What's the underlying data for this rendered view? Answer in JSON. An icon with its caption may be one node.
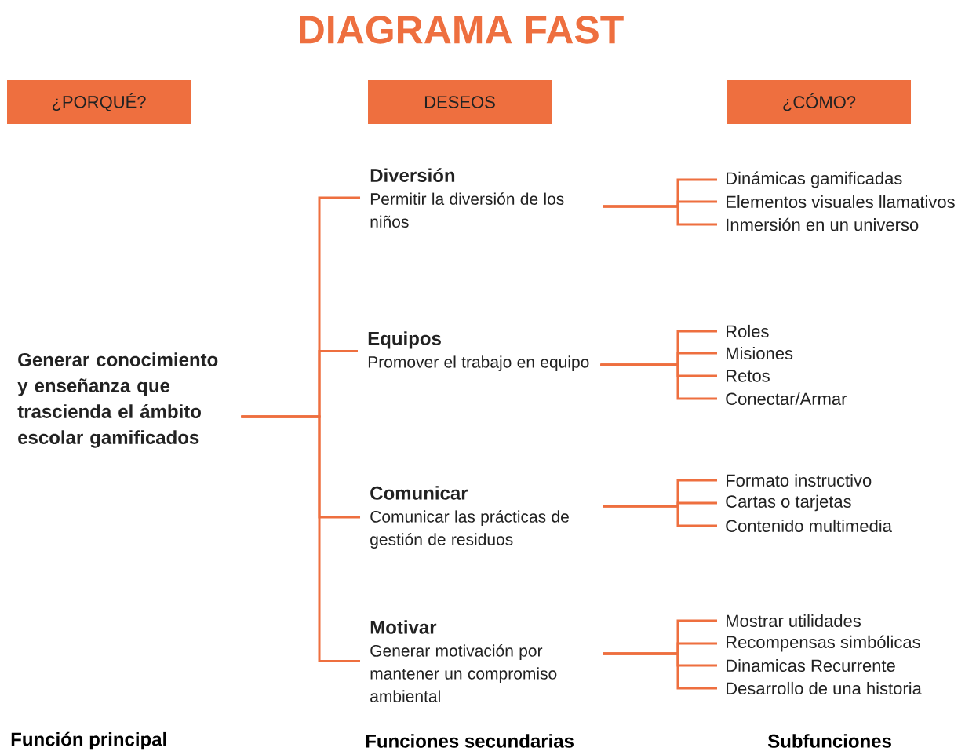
{
  "diagram": {
    "title": "DIAGRAMA FAST",
    "nodes": [
      {
        "text": [
          "¿PORQUÉ?"
        ]
      },
      {
        "text": [
          "DESEOS"
        ]
      },
      {
        "text": [
          "¿CÓMO?"
        ]
      },
      {
        "text": [
          "Generar conocimiento y enseñanza que trascienda el ámbito escolar gamificados"
        ]
      },
      {
        "text": [
          "Diversión",
          "Permitir la diversión de los niños"
        ]
      },
      {
        "text": [
          "Equipos",
          "Promover el trabajo en equipo"
        ]
      },
      {
        "text": [
          "Comunicar",
          "Comunicar las prácticas de gestión de residuos"
        ]
      },
      {
        "text": [
          "Motivar",
          "Generar motivación por mantener un compromiso ambiental"
        ]
      },
      {
        "text": [
          "Dinámicas gamificadas"
        ]
      },
      {
        "text": [
          "Elementos visuales llamativos"
        ]
      },
      {
        "text": [
          "Inmersión en un universo"
        ]
      },
      {
        "text": [
          "Roles"
        ]
      },
      {
        "text": [
          "Misiones"
        ]
      },
      {
        "text": [
          "Retos"
        ]
      },
      {
        "text": [
          "Conectar/Armar"
        ]
      },
      {
        "text": [
          "Formato instructivo"
        ]
      },
      {
        "text": [
          "Cartas o tarjetas"
        ]
      },
      {
        "text": [
          "Contenido multimedia"
        ]
      },
      {
        "text": [
          "Mostrar utilidades"
        ]
      },
      {
        "text": [
          "Recompensas simbólicas"
        ]
      },
      {
        "text": [
          "Dinamicas Recurrente"
        ]
      },
      {
        "text": [
          "Desarrollo de una historia"
        ]
      }
    ],
    "edges": [
      {
        "from": 3,
        "to": 4,
        "arrow": "none"
      },
      {
        "from": 3,
        "to": 5,
        "arrow": "none"
      },
      {
        "from": 3,
        "to": 6,
        "arrow": "none"
      },
      {
        "from": 3,
        "to": 7,
        "arrow": "none"
      },
      {
        "from": 4,
        "to": 8,
        "arrow": "none"
      },
      {
        "from": 4,
        "to": 9,
        "arrow": "none"
      },
      {
        "from": 4,
        "to": 10,
        "arrow": "none"
      },
      {
        "from": 5,
        "to": 11,
        "arrow": "none"
      },
      {
        "from": 5,
        "to": 12,
        "arrow": "none"
      },
      {
        "from": 5,
        "to": 13,
        "arrow": "none"
      },
      {
        "from": 5,
        "to": 14,
        "arrow": "none"
      },
      {
        "from": 6,
        "to": 15,
        "arrow": "none"
      },
      {
        "from": 6,
        "to": 16,
        "arrow": "none"
      },
      {
        "from": 6,
        "to": 17,
        "arrow": "none"
      },
      {
        "from": 7,
        "to": 18,
        "arrow": "none"
      },
      {
        "from": 7,
        "to": 19,
        "arrow": "none"
      },
      {
        "from": 7,
        "to": 20,
        "arrow": "none"
      },
      {
        "from": 7,
        "to": 21,
        "arrow": "none"
      }
    ],
    "labels": [
      "Función principal",
      "Funciones secundarias",
      "Subfunciones"
    ]
  }
}
